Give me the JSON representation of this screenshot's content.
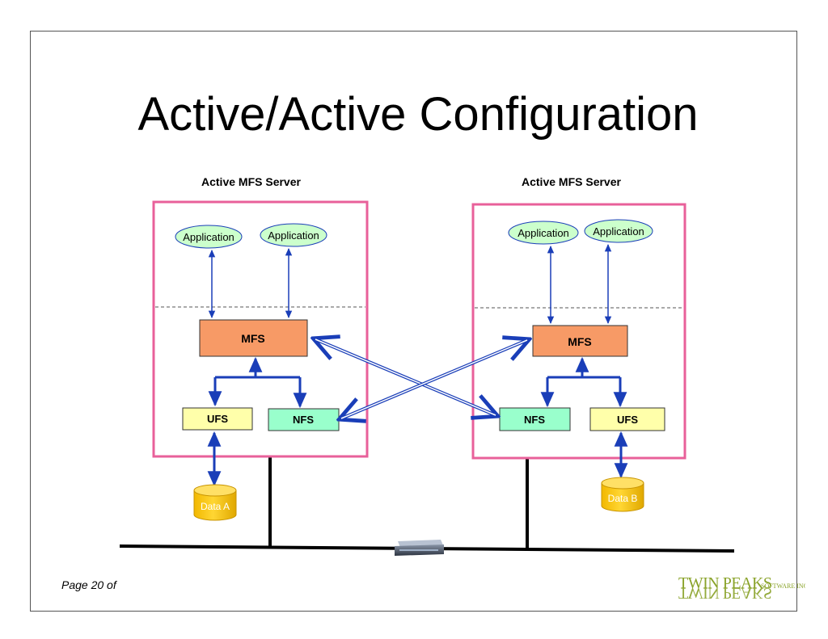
{
  "slide": {
    "title": "Active/Active Configuration",
    "footer": "Page 20 of"
  },
  "servers": [
    {
      "label": "Active MFS Server",
      "apps": [
        "Application",
        "Application"
      ],
      "mfs": "MFS",
      "fs_left": "UFS",
      "fs_right": "NFS",
      "data": "Data A"
    },
    {
      "label": "Active MFS Server",
      "apps": [
        "Application",
        "Application"
      ],
      "mfs": "MFS",
      "fs_left": "NFS",
      "fs_right": "UFS",
      "data": "Data B"
    }
  ],
  "logo": {
    "name": "TWIN PEAKS",
    "suffix": "SOFTWARE INC."
  },
  "colors": {
    "server_border": "#e8609a",
    "mfs_fill": "#f79a66",
    "ufs_fill": "#ffffaa",
    "nfs_fill": "#99ffcc",
    "app_fill": "#ccffcc",
    "arrow": "#1a3eb8",
    "data_fill": "#ffcc00",
    "logo": "#8aa32a"
  }
}
